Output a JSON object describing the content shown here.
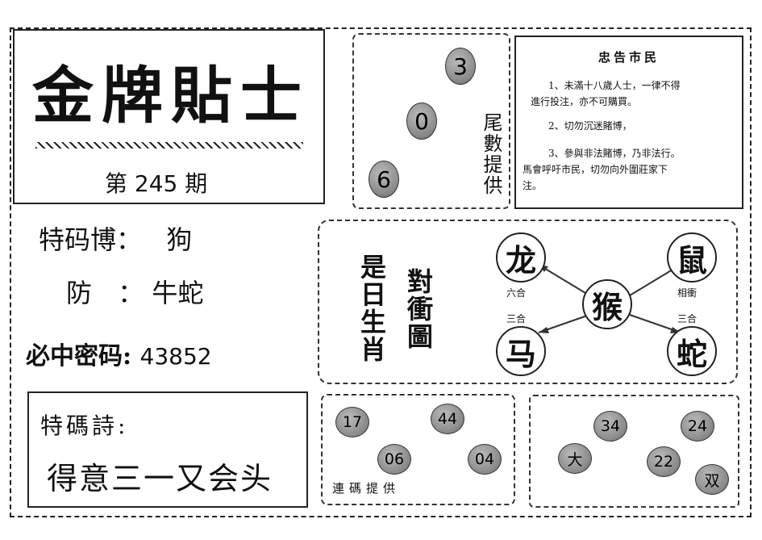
{
  "header": {
    "title": "金牌貼士",
    "issue_prefix": "第",
    "issue_number": "245",
    "issue_suffix": "期"
  },
  "tail": {
    "numbers": [
      "3",
      "0",
      "6"
    ],
    "label": "尾數提供"
  },
  "notice": {
    "title": "忠告市民",
    "lines": [
      "1、未滿十八歲人士，一律不得",
      "進行投注，亦不可購買。",
      "2、切勿沉迷賭博，",
      "3、參與非法賭博，乃非法行。",
      "馬會呼吁市民，切勿向外圍莊家下",
      "注。"
    ]
  },
  "tips": {
    "tema_label": "特码博：",
    "tema_value": "狗",
    "fang_label": "防",
    "fang_sep": "：",
    "fang_value": "牛蛇",
    "mima_label": "必中密码:",
    "mima_value": "43852"
  },
  "poem": {
    "label": "特碼詩:",
    "text": "得意三一又会头"
  },
  "chart": {
    "left_label": "是日生肖",
    "right_label": "對衝圖",
    "center": "猴",
    "top_left": "龙",
    "top_right": "鼠",
    "bottom_left": "马",
    "bottom_right": "蛇",
    "label_left_1": "六合",
    "label_left_2": "三合",
    "label_right_1": "相衝",
    "label_right_2": "三合"
  },
  "codes": {
    "left_numbers": [
      "17",
      "44",
      "06",
      "04"
    ],
    "label": "連碼提供",
    "right_items": [
      "34",
      "24",
      "大",
      "22",
      "双"
    ]
  }
}
